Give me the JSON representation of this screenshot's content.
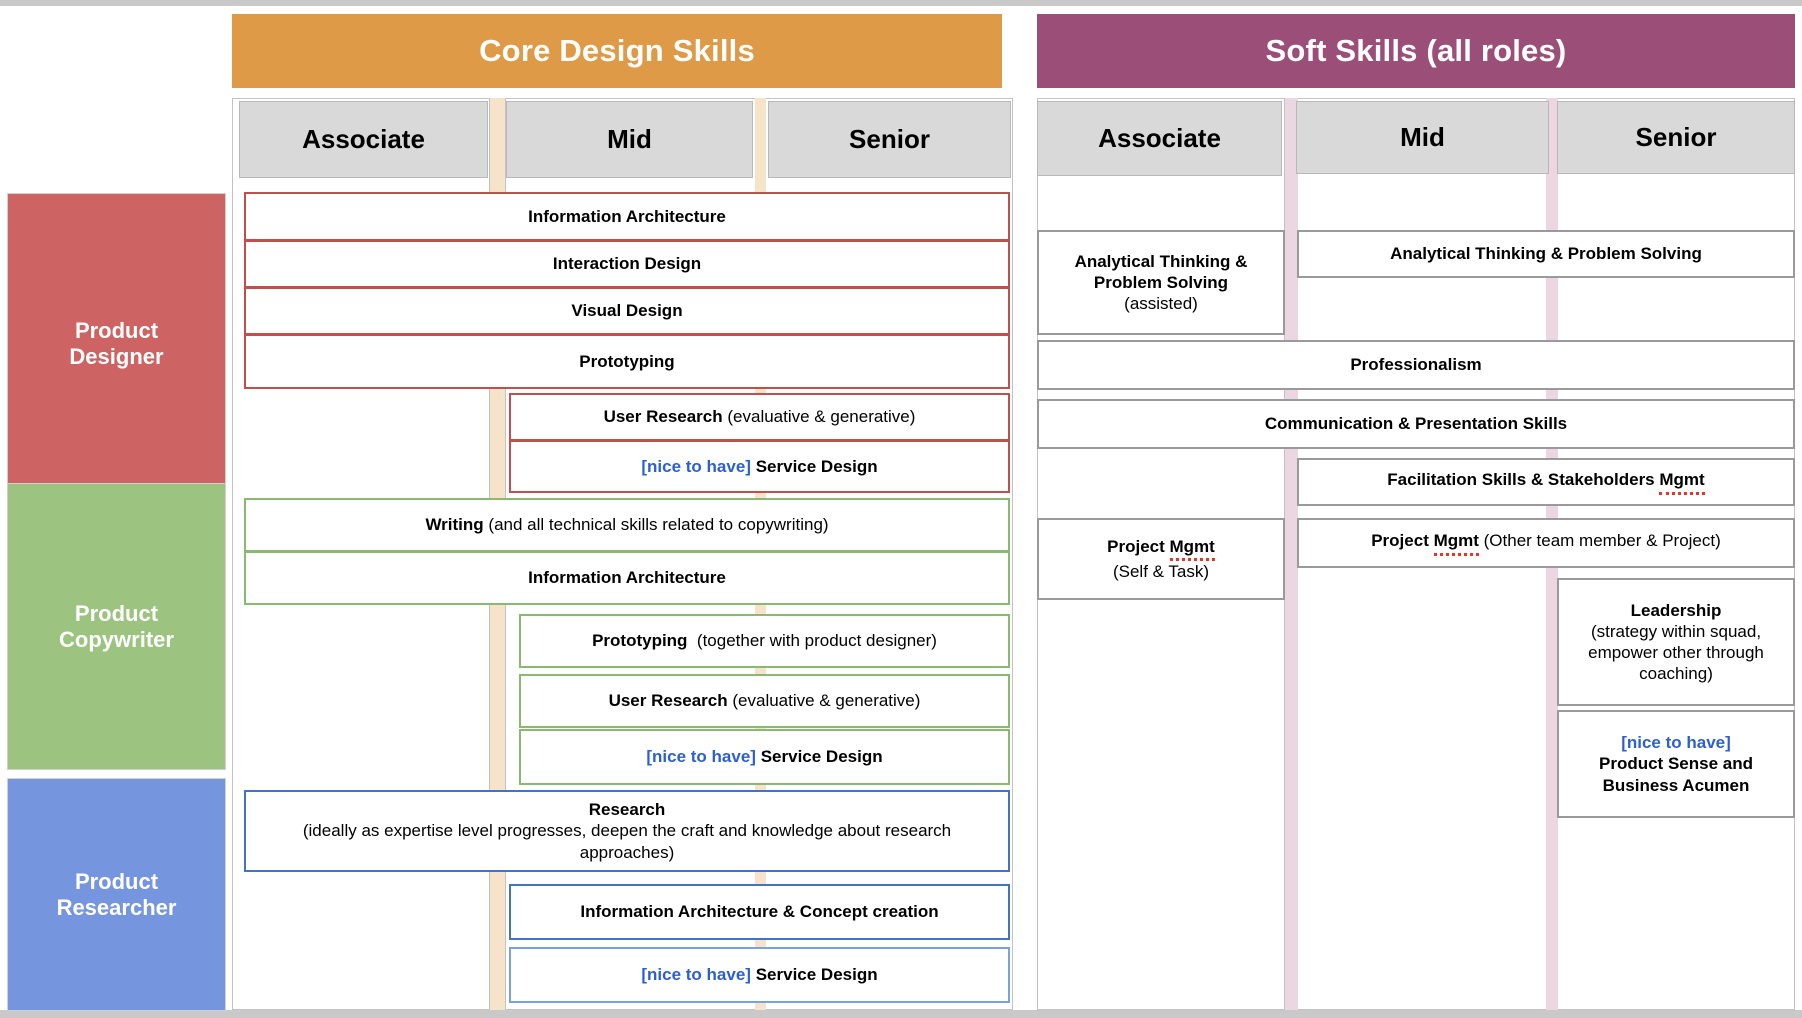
{
  "sections": {
    "core": {
      "title": "Core Design Skills",
      "color": "#de9a46",
      "levels": [
        "Associate",
        "Mid",
        "Senior"
      ]
    },
    "soft": {
      "title": "Soft Skills (all roles)",
      "color": "#9b4f78",
      "levels": [
        "Associate",
        "Mid",
        "Senior"
      ]
    }
  },
  "roles": [
    {
      "name": "Product\nDesigner",
      "line1": "Product",
      "line2": "Designer",
      "color": "#cd6363"
    },
    {
      "name": "Product\nCopywriter",
      "line1": "Product",
      "line2": "Copywriter",
      "color": "#9cc380"
    },
    {
      "name": "Product\nResearcher",
      "line1": "Product",
      "line2": "Researcher",
      "color": "#7596df"
    }
  ],
  "core_skills": {
    "designer": [
      {
        "label": "Information Architecture",
        "note": "",
        "span": "all",
        "tag": ""
      },
      {
        "label": "Interaction Design",
        "note": "",
        "span": "all",
        "tag": ""
      },
      {
        "label": "Visual Design",
        "note": "",
        "span": "all",
        "tag": ""
      },
      {
        "label": "Prototyping",
        "note": "",
        "span": "all",
        "tag": ""
      },
      {
        "label": "User Research",
        "note": "(evaluative & generative)",
        "span": "mid-senior",
        "tag": ""
      },
      {
        "label": "Service Design",
        "note": "",
        "span": "mid-senior",
        "tag": "[nice to have]"
      }
    ],
    "copywriter": [
      {
        "label": "Writing",
        "note": "(and all technical skills related to copywriting)",
        "span": "all",
        "tag": ""
      },
      {
        "label": "Information Architecture",
        "note": "",
        "span": "all",
        "tag": ""
      },
      {
        "label": "Prototyping",
        "note": "(together with product designer)",
        "span": "mid-senior",
        "tag": ""
      },
      {
        "label": "User Research",
        "note": "(evaluative & generative)",
        "span": "mid-senior",
        "tag": ""
      },
      {
        "label": "Service Design",
        "note": "",
        "span": "mid-senior",
        "tag": "[nice to have]"
      }
    ],
    "researcher": [
      {
        "label": "Research",
        "note": "(ideally as expertise level progresses, deepen the craft and knowledge about research approaches)",
        "span": "all",
        "tag": ""
      },
      {
        "label": "Information Architecture & Concept creation",
        "note": "",
        "span": "mid-senior",
        "tag": ""
      },
      {
        "label": "Service Design",
        "note": "",
        "span": "mid-senior",
        "tag": "[nice to have]"
      }
    ]
  },
  "soft_skills": [
    {
      "label": "Analytical Thinking & Problem Solving",
      "note": "(assisted)",
      "span": "associate",
      "tag": ""
    },
    {
      "label": "Analytical Thinking & Problem Solving",
      "note": "",
      "span": "mid-senior",
      "tag": ""
    },
    {
      "label": "Professionalism",
      "note": "",
      "span": "all",
      "tag": ""
    },
    {
      "label": "Communication & Presentation Skills",
      "note": "",
      "span": "all",
      "tag": ""
    },
    {
      "label": "Facilitation Skills & Stakeholders Mgmt",
      "note": "",
      "span": "mid-senior",
      "tag": ""
    },
    {
      "label": "Project Mgmt",
      "note": "(Self & Task)",
      "span": "associate",
      "tag": ""
    },
    {
      "label": "Project Mgmt",
      "note": "(Other team member & Project)",
      "span": "mid-senior",
      "tag": ""
    },
    {
      "label": "Leadership",
      "note": "(strategy within squad, empower other through coaching)",
      "span": "senior",
      "tag": ""
    },
    {
      "label": "Product Sense and Business Acumen",
      "note": "",
      "span": "senior",
      "tag": "[nice to have]"
    }
  ],
  "text": {
    "core_title": "Core Design Skills",
    "soft_title": "Soft Skills (all roles)",
    "lvl_associate": "Associate",
    "lvl_mid": "Mid",
    "lvl_senior": "Senior",
    "role1_l1": "Product",
    "role1_l2": "Designer",
    "role2_l1": "Product",
    "role2_l2": "Copywriter",
    "role3_l1": "Product",
    "role3_l2": "Researcher",
    "information_architecture": "Information Architecture",
    "interaction_design": "Interaction Design",
    "visual_design": "Visual Design",
    "prototyping": "Prototyping",
    "user_research": "User Research",
    "user_research_note": "(evaluative & generative)",
    "nice_to_have": "[nice to have]",
    "service_design": "Service Design",
    "writing": "Writing",
    "writing_note": "(and all technical skills related to copywriting)",
    "prototyping_note": "(together with product designer)",
    "research": "Research",
    "research_note": "(ideally as expertise level progresses, deepen the craft and knowledge about research approaches)",
    "ia_concept": "Information Architecture & Concept creation",
    "analytical": "Analytical Thinking &",
    "analytical_2": "Problem Solving",
    "analytical_assisted": "(assisted)",
    "analytical_full": "Analytical Thinking & Problem Solving",
    "professionalism": "Professionalism",
    "communication": "Communication & Presentation Skills",
    "facilitation_a": "Facilitation Skills & Stakeholders ",
    "mgmt": "Mgmt",
    "project": "Project ",
    "project_self": "(Self & Task)",
    "project_other": "(Other team member & Project)",
    "leadership": "Leadership",
    "leadership_n1": "(strategy within squad,",
    "leadership_n2": "empower other through",
    "leadership_n3": "coaching)",
    "product_sense_1": "Product Sense and",
    "product_sense_2": "Business Acumen"
  }
}
